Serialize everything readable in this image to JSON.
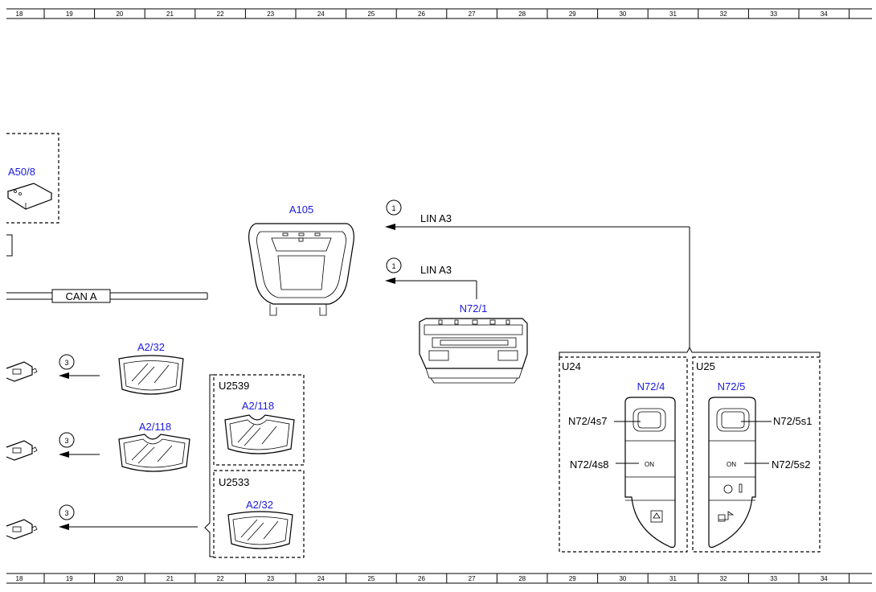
{
  "grid": {
    "columns": [
      "18",
      "19",
      "20",
      "21",
      "22",
      "23",
      "24",
      "25",
      "26",
      "27",
      "28",
      "29",
      "30",
      "31",
      "32",
      "33",
      "34"
    ]
  },
  "labels": {
    "a50_8": "A50/8",
    "a105": "A105",
    "n72_1": "N72/1",
    "a2_32_left": "A2/32",
    "a2_118_left": "A2/118",
    "u2539": "U2539",
    "a2_118_box": "A2/118",
    "u2533": "U2533",
    "a2_32_box": "A2/32",
    "u24": "U24",
    "u25": "U25",
    "n72_4": "N72/4",
    "n72_5": "N72/5",
    "n72_4s7": "N72/4s7",
    "n72_4s8": "N72/4s8",
    "n72_5s1": "N72/5s1",
    "n72_5s2": "N72/5s2",
    "on_left": "ON",
    "on_right": "ON",
    "can_a": "CAN A",
    "lin_a3_top": "LIN A3",
    "lin_a3_bottom": "LIN A3",
    "ref1_top": "1",
    "ref1_bottom": "1",
    "ref3_a": "3",
    "ref3_b": "3",
    "ref3_c": "3"
  },
  "colors": {
    "component_label": "#1a1adc",
    "line": "#000000"
  }
}
